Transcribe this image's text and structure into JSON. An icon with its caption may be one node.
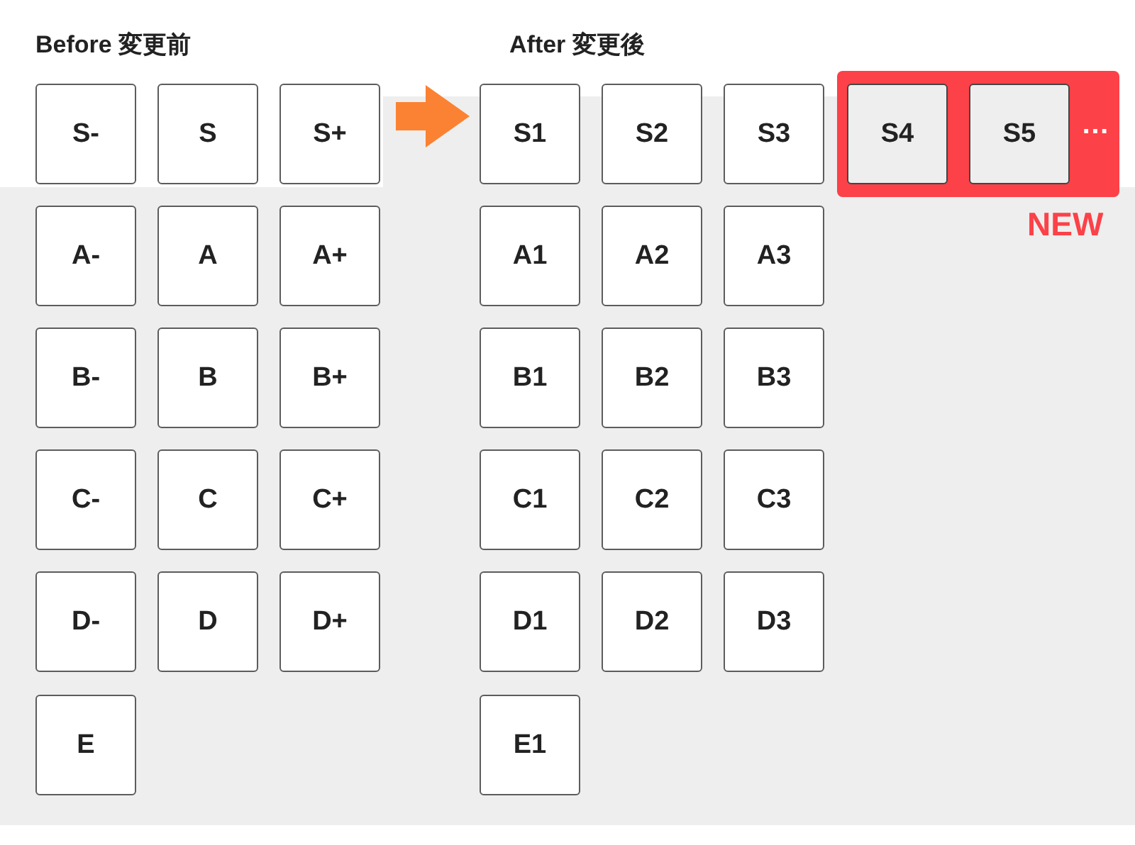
{
  "diagram": {
    "nodes": [
      {
        "text": [
          "S-"
        ]
      },
      {
        "text": [
          "S"
        ]
      },
      {
        "text": [
          "S+"
        ]
      },
      {
        "text": [
          "S1"
        ]
      },
      {
        "text": [
          "S2"
        ]
      },
      {
        "text": [
          "S3"
        ]
      },
      {
        "text": [
          "…"
        ],
        "beside": [
          "NEW"
        ]
      },
      {
        "text": [
          "S4"
        ],
        "in": 6
      },
      {
        "text": [
          "S5"
        ],
        "in": 6
      },
      {
        "text": [
          "A-"
        ]
      },
      {
        "text": [
          "A"
        ]
      },
      {
        "text": [
          "A+"
        ]
      },
      {
        "text": [
          "A1"
        ]
      },
      {
        "text": [
          "A2"
        ]
      },
      {
        "text": [
          "A3"
        ]
      },
      {
        "text": [
          "B-"
        ]
      },
      {
        "text": [
          "B"
        ]
      },
      {
        "text": [
          "B+"
        ]
      },
      {
        "text": [
          "B1"
        ]
      },
      {
        "text": [
          "B2"
        ]
      },
      {
        "text": [
          "B3"
        ]
      },
      {
        "text": [
          "C-"
        ]
      },
      {
        "text": [
          "C"
        ]
      },
      {
        "text": [
          "C+"
        ]
      },
      {
        "text": [
          "C1"
        ]
      },
      {
        "text": [
          "C2"
        ]
      },
      {
        "text": [
          "C3"
        ]
      },
      {
        "text": [
          "D-"
        ]
      },
      {
        "text": [
          "D"
        ]
      },
      {
        "text": [
          "D+"
        ]
      },
      {
        "text": [
          "D1"
        ]
      },
      {
        "text": [
          "D2"
        ]
      },
      {
        "text": [
          "D3"
        ]
      },
      {
        "text": [
          "E"
        ]
      },
      {
        "text": [
          "E1"
        ]
      }
    ],
    "edges": [
      {
        "from": 2,
        "to": 3,
        "arrow": "to",
        "color": "#fb8232"
      }
    ],
    "labels": [
      "Before 変更前",
      "After 変更後"
    ]
  }
}
